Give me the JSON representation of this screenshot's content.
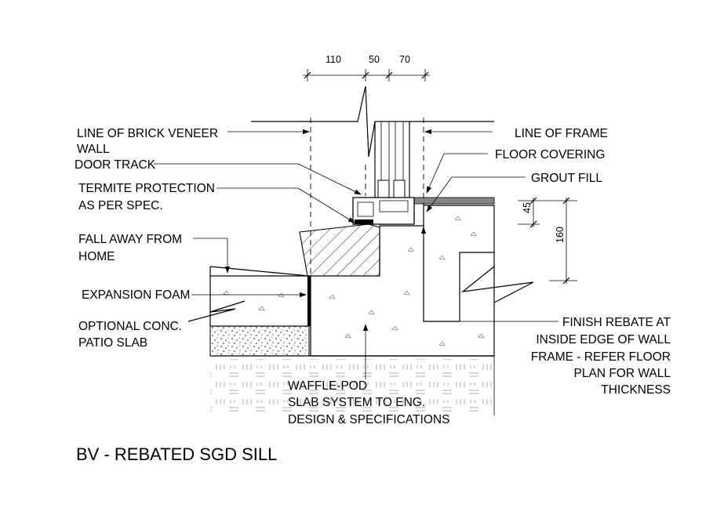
{
  "title": "BV - REBATED SGD SILL",
  "dimensions": {
    "top": [
      "110",
      "50",
      "70"
    ],
    "right": [
      "45",
      "160"
    ]
  },
  "labels": {
    "brick_veneer": [
      "LINE OF BRICK VENEER",
      "WALL"
    ],
    "door_track": "DOOR TRACK",
    "termite": [
      "TERMITE PROTECTION",
      "AS PER SPEC."
    ],
    "fall_away": [
      "FALL AWAY FROM",
      "HOME"
    ],
    "expansion_foam": "EXPANSION FOAM",
    "patio_slab": [
      "OPTIONAL CONC.",
      "PATIO SLAB"
    ],
    "waffle_pod": [
      "WAFFLE-POD",
      "SLAB SYSTEM TO ENG.",
      "DESIGN & SPECIFICATIONS"
    ],
    "line_of_frame": "LINE OF  FRAME",
    "floor_covering": "FLOOR COVERING",
    "grout_fill": "GROUT FILL",
    "finish_rebate": [
      "FINISH REBATE AT",
      "INSIDE EDGE OF WALL",
      "FRAME - REFER FLOOR",
      "PLAN FOR WALL",
      "THICKNESS"
    ]
  }
}
